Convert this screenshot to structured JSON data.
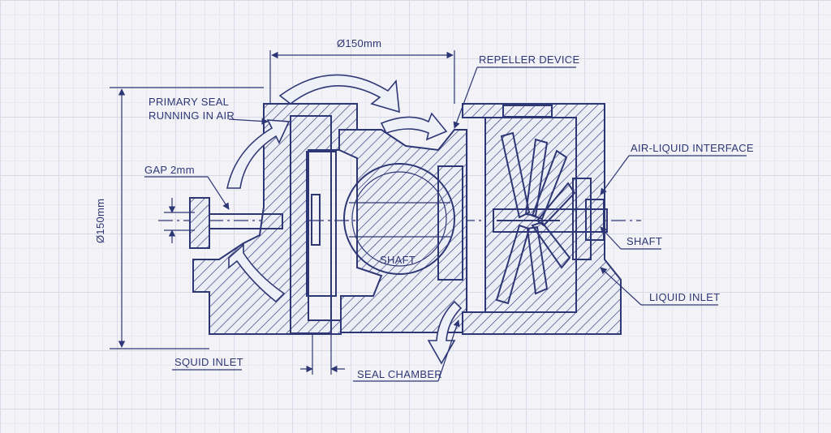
{
  "diagram": {
    "dim_horizontal": "Ø150mm",
    "dim_vertical": "Ø150mm",
    "labels": {
      "repeller_device": "REPELLER DEVICE",
      "primary_seal_line1": "PRIMARY SEAL",
      "primary_seal_line2": "RUNNING IN AIR",
      "gap": "GAP 2mm",
      "air_liquid_interface": "AIR-LIQUID INTERFACE",
      "shaft_right": "SHAFT",
      "shaft_center": "SHAFT",
      "liquid_inlet": "LIQUID INLET",
      "squid_inlet": "SQUID INLET",
      "seal_chamber": "SEAL CHAMBER"
    }
  },
  "colors": {
    "ink": "#2e3775",
    "paper": "#f3f3f7",
    "grid": "#d7d9e6"
  }
}
